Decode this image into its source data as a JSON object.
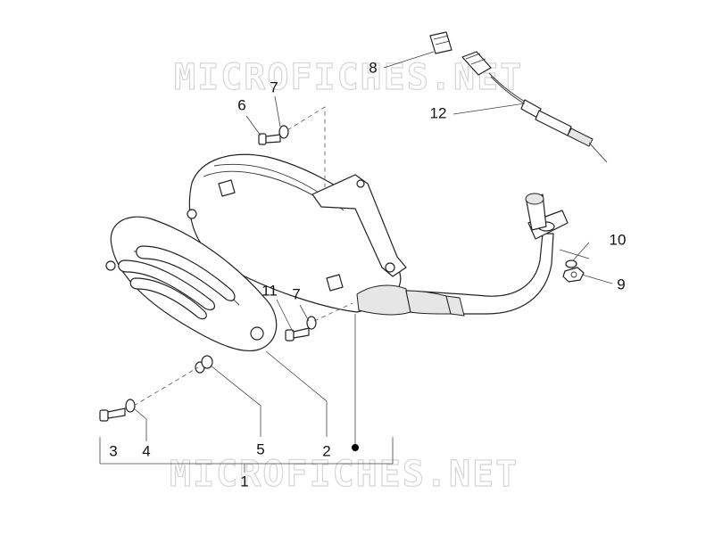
{
  "watermark": {
    "text": "MICROFICHES.NET"
  },
  "callouts": [
    {
      "id": "c8",
      "label": "8"
    },
    {
      "id": "c7a",
      "label": "7"
    },
    {
      "id": "c6",
      "label": "6"
    },
    {
      "id": "c12",
      "label": "12"
    },
    {
      "id": "c10",
      "label": "10"
    },
    {
      "id": "c9",
      "label": "9"
    },
    {
      "id": "c11",
      "label": "11"
    },
    {
      "id": "c7b",
      "label": "7"
    },
    {
      "id": "c3",
      "label": "3"
    },
    {
      "id": "c4",
      "label": "4"
    },
    {
      "id": "c5",
      "label": "5"
    },
    {
      "id": "c2",
      "label": "2"
    },
    {
      "id": "c1",
      "label": "1"
    }
  ]
}
